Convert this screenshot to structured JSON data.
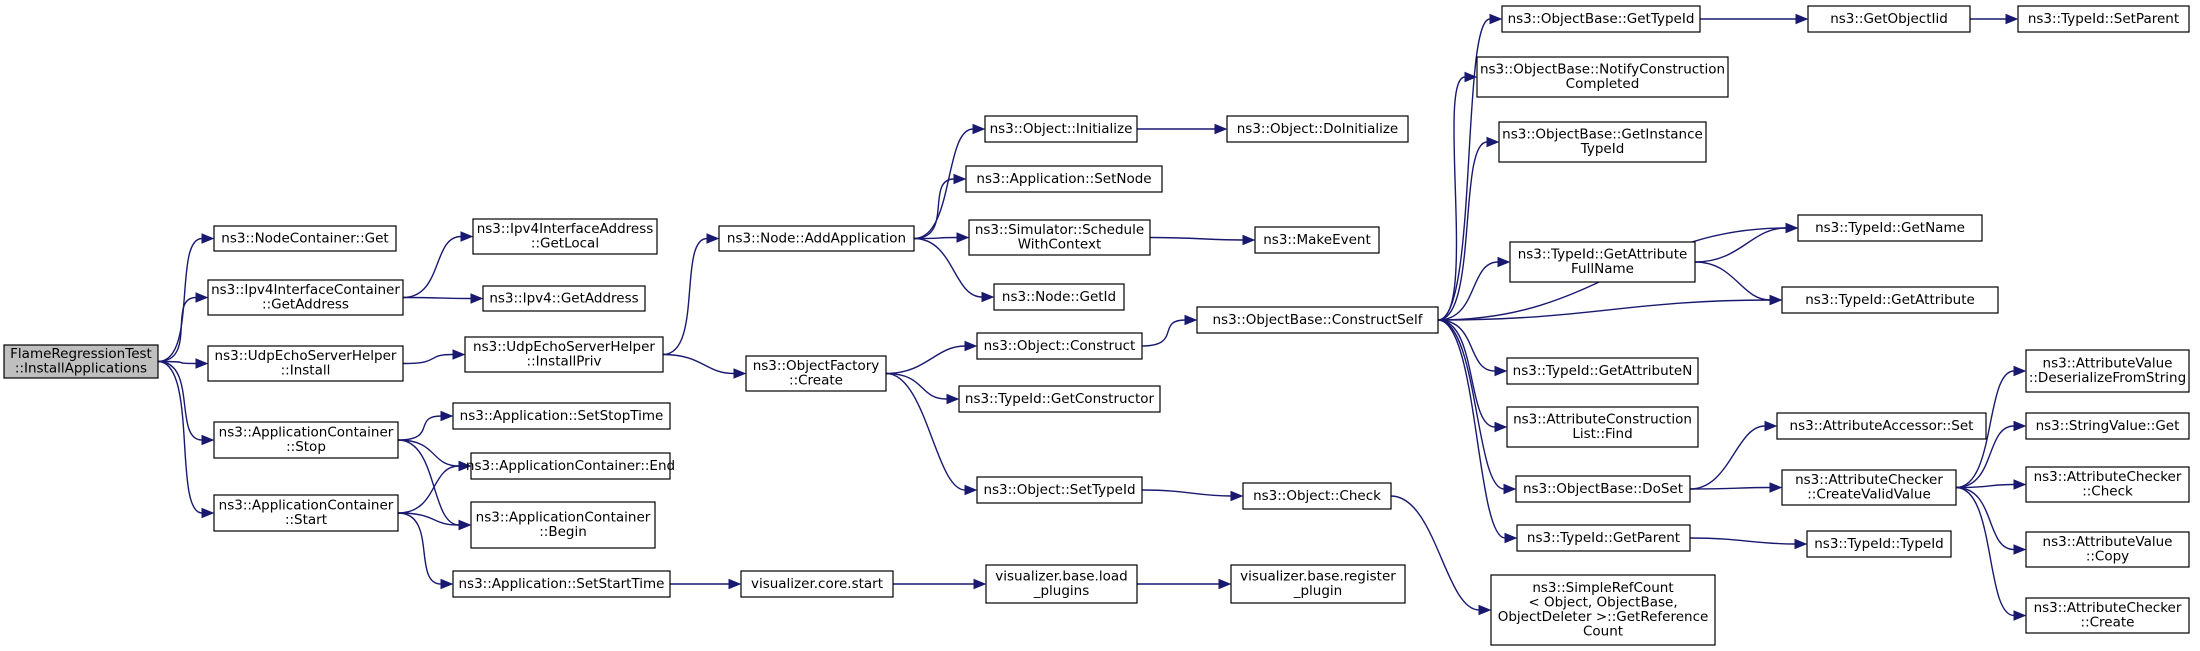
{
  "graph": {
    "title": "",
    "edge_color": "#191970",
    "root_fill": "#bfbfbf",
    "node_fill": "#ffffff",
    "nodes": [
      {
        "id": "root",
        "lines": [
          "FlameRegressionTest",
          "::InstallApplications"
        ],
        "root": true
      },
      {
        "id": "nc_get",
        "lines": [
          "ns3::NodeContainer::Get"
        ]
      },
      {
        "id": "ipv4ic_getaddr",
        "lines": [
          "ns3::Ipv4InterfaceContainer",
          "::GetAddress"
        ]
      },
      {
        "id": "ipv4ia_getlocal",
        "lines": [
          "ns3::Ipv4InterfaceAddress",
          "::GetLocal"
        ]
      },
      {
        "id": "ipv4_getaddr",
        "lines": [
          "ns3::Ipv4::GetAddress"
        ]
      },
      {
        "id": "udph_install",
        "lines": [
          "ns3::UdpEchoServerHelper",
          "::Install"
        ]
      },
      {
        "id": "udph_installpriv",
        "lines": [
          "ns3::UdpEchoServerHelper",
          "::InstallPriv"
        ]
      },
      {
        "id": "appc_stop",
        "lines": [
          "ns3::ApplicationContainer",
          "::Stop"
        ]
      },
      {
        "id": "appc_start",
        "lines": [
          "ns3::ApplicationContainer",
          "::Start"
        ]
      },
      {
        "id": "app_setstoptime",
        "lines": [
          "ns3::Application::SetStopTime"
        ]
      },
      {
        "id": "appc_end",
        "lines": [
          "ns3::ApplicationContainer::End"
        ]
      },
      {
        "id": "appc_begin",
        "lines": [
          "ns3::ApplicationContainer",
          "::Begin"
        ]
      },
      {
        "id": "app_setstarttime",
        "lines": [
          "ns3::Application::SetStartTime"
        ]
      },
      {
        "id": "node_addapp",
        "lines": [
          "ns3::Node::AddApplication"
        ]
      },
      {
        "id": "of_create",
        "lines": [
          "ns3::ObjectFactory",
          "::Create"
        ]
      },
      {
        "id": "viz_core_start",
        "lines": [
          "visualizer.core.start"
        ]
      },
      {
        "id": "obj_init",
        "lines": [
          "ns3::Object::Initialize"
        ]
      },
      {
        "id": "app_setnode",
        "lines": [
          "ns3::Application::SetNode"
        ]
      },
      {
        "id": "sim_schedctx",
        "lines": [
          "ns3::Simulator::Schedule",
          "WithContext"
        ]
      },
      {
        "id": "node_getid",
        "lines": [
          "ns3::Node::GetId"
        ]
      },
      {
        "id": "obj_construct",
        "lines": [
          "ns3::Object::Construct"
        ]
      },
      {
        "id": "tid_getctor",
        "lines": [
          "ns3::TypeId::GetConstructor"
        ]
      },
      {
        "id": "obj_settypeid",
        "lines": [
          "ns3::Object::SetTypeId"
        ]
      },
      {
        "id": "viz_base_load",
        "lines": [
          "visualizer.base.load",
          "_plugins"
        ]
      },
      {
        "id": "obj_doinit",
        "lines": [
          "ns3::Object::DoInitialize"
        ]
      },
      {
        "id": "makeevent",
        "lines": [
          "ns3::MakeEvent"
        ]
      },
      {
        "id": "ob_constructself",
        "lines": [
          "ns3::ObjectBase::ConstructSelf"
        ]
      },
      {
        "id": "obj_check",
        "lines": [
          "ns3::Object::Check"
        ]
      },
      {
        "id": "viz_base_reg",
        "lines": [
          "visualizer.base.register",
          "_plugin"
        ]
      },
      {
        "id": "ob_gettypeid",
        "lines": [
          "ns3::ObjectBase::GetTypeId"
        ]
      },
      {
        "id": "ob_notify",
        "lines": [
          "ns3::ObjectBase::NotifyConstruction",
          "Completed"
        ]
      },
      {
        "id": "ob_getinst",
        "lines": [
          "ns3::ObjectBase::GetInstance",
          "TypeId"
        ]
      },
      {
        "id": "tid_getattrfull",
        "lines": [
          "ns3::TypeId::GetAttribute",
          "FullName"
        ]
      },
      {
        "id": "tid_getattrn",
        "lines": [
          "ns3::TypeId::GetAttributeN"
        ]
      },
      {
        "id": "acl_find",
        "lines": [
          "ns3::AttributeConstruction",
          "List::Find"
        ]
      },
      {
        "id": "ob_doset",
        "lines": [
          "ns3::ObjectBase::DoSet"
        ]
      },
      {
        "id": "tid_getparent",
        "lines": [
          "ns3::TypeId::GetParent"
        ]
      },
      {
        "id": "src_getref",
        "lines": [
          "ns3::SimpleRefCount",
          "< Object, ObjectBase,",
          "ObjectDeleter >::GetReference",
          "Count"
        ]
      },
      {
        "id": "getobjectiid",
        "lines": [
          "ns3::GetObjectIid"
        ]
      },
      {
        "id": "tid_getname",
        "lines": [
          "ns3::TypeId::GetName"
        ]
      },
      {
        "id": "tid_getattr",
        "lines": [
          "ns3::TypeId::GetAttribute"
        ]
      },
      {
        "id": "aa_set",
        "lines": [
          "ns3::AttributeAccessor::Set"
        ]
      },
      {
        "id": "ac_createvalid",
        "lines": [
          "ns3::AttributeChecker",
          "::CreateValidValue"
        ]
      },
      {
        "id": "tid_typeid",
        "lines": [
          "ns3::TypeId::TypeId"
        ]
      },
      {
        "id": "tid_setparent",
        "lines": [
          "ns3::TypeId::SetParent"
        ]
      },
      {
        "id": "av_deser",
        "lines": [
          "ns3::AttributeValue",
          "::DeserializeFromString"
        ]
      },
      {
        "id": "sv_get",
        "lines": [
          "ns3::StringValue::Get"
        ]
      },
      {
        "id": "ac_check",
        "lines": [
          "ns3::AttributeChecker",
          "::Check"
        ]
      },
      {
        "id": "av_copy",
        "lines": [
          "ns3::AttributeValue",
          "::Copy"
        ]
      },
      {
        "id": "ac_create",
        "lines": [
          "ns3::AttributeChecker",
          "::Create"
        ]
      }
    ],
    "edges": [
      [
        "root",
        "nc_get"
      ],
      [
        "root",
        "ipv4ic_getaddr"
      ],
      [
        "root",
        "udph_install"
      ],
      [
        "root",
        "appc_stop"
      ],
      [
        "root",
        "appc_start"
      ],
      [
        "ipv4ic_getaddr",
        "ipv4ia_getlocal"
      ],
      [
        "ipv4ic_getaddr",
        "ipv4_getaddr"
      ],
      [
        "udph_install",
        "udph_installpriv"
      ],
      [
        "udph_installpriv",
        "node_addapp"
      ],
      [
        "udph_installpriv",
        "of_create"
      ],
      [
        "appc_stop",
        "app_setstoptime"
      ],
      [
        "appc_stop",
        "appc_end"
      ],
      [
        "appc_stop",
        "appc_begin"
      ],
      [
        "appc_start",
        "appc_end"
      ],
      [
        "appc_start",
        "appc_begin"
      ],
      [
        "appc_start",
        "app_setstarttime"
      ],
      [
        "app_setstarttime",
        "viz_core_start"
      ],
      [
        "node_addapp",
        "obj_init"
      ],
      [
        "node_addapp",
        "app_setnode"
      ],
      [
        "node_addapp",
        "sim_schedctx"
      ],
      [
        "node_addapp",
        "node_getid"
      ],
      [
        "obj_init",
        "obj_doinit"
      ],
      [
        "sim_schedctx",
        "makeevent"
      ],
      [
        "of_create",
        "obj_construct"
      ],
      [
        "of_create",
        "tid_getctor"
      ],
      [
        "of_create",
        "obj_settypeid"
      ],
      [
        "obj_construct",
        "ob_constructself"
      ],
      [
        "obj_settypeid",
        "obj_check"
      ],
      [
        "viz_core_start",
        "viz_base_load"
      ],
      [
        "viz_base_load",
        "viz_base_reg"
      ],
      [
        "obj_check",
        "src_getref"
      ],
      [
        "ob_constructself",
        "ob_gettypeid"
      ],
      [
        "ob_constructself",
        "ob_notify"
      ],
      [
        "ob_constructself",
        "ob_getinst"
      ],
      [
        "ob_constructself",
        "tid_getname"
      ],
      [
        "ob_constructself",
        "tid_getattrfull"
      ],
      [
        "ob_constructself",
        "tid_getattr"
      ],
      [
        "ob_constructself",
        "tid_getattrn"
      ],
      [
        "ob_constructself",
        "acl_find"
      ],
      [
        "ob_constructself",
        "ob_doset"
      ],
      [
        "ob_constructself",
        "tid_getparent"
      ],
      [
        "ob_gettypeid",
        "getobjectiid"
      ],
      [
        "getobjectiid",
        "tid_setparent"
      ],
      [
        "tid_getattrfull",
        "tid_getname"
      ],
      [
        "tid_getattrfull",
        "tid_getattr"
      ],
      [
        "ob_doset",
        "aa_set"
      ],
      [
        "ob_doset",
        "ac_createvalid"
      ],
      [
        "tid_getparent",
        "tid_typeid"
      ],
      [
        "ac_createvalid",
        "av_deser"
      ],
      [
        "ac_createvalid",
        "sv_get"
      ],
      [
        "ac_createvalid",
        "ac_check"
      ],
      [
        "ac_createvalid",
        "av_copy"
      ],
      [
        "ac_createvalid",
        "ac_create"
      ]
    ]
  }
}
